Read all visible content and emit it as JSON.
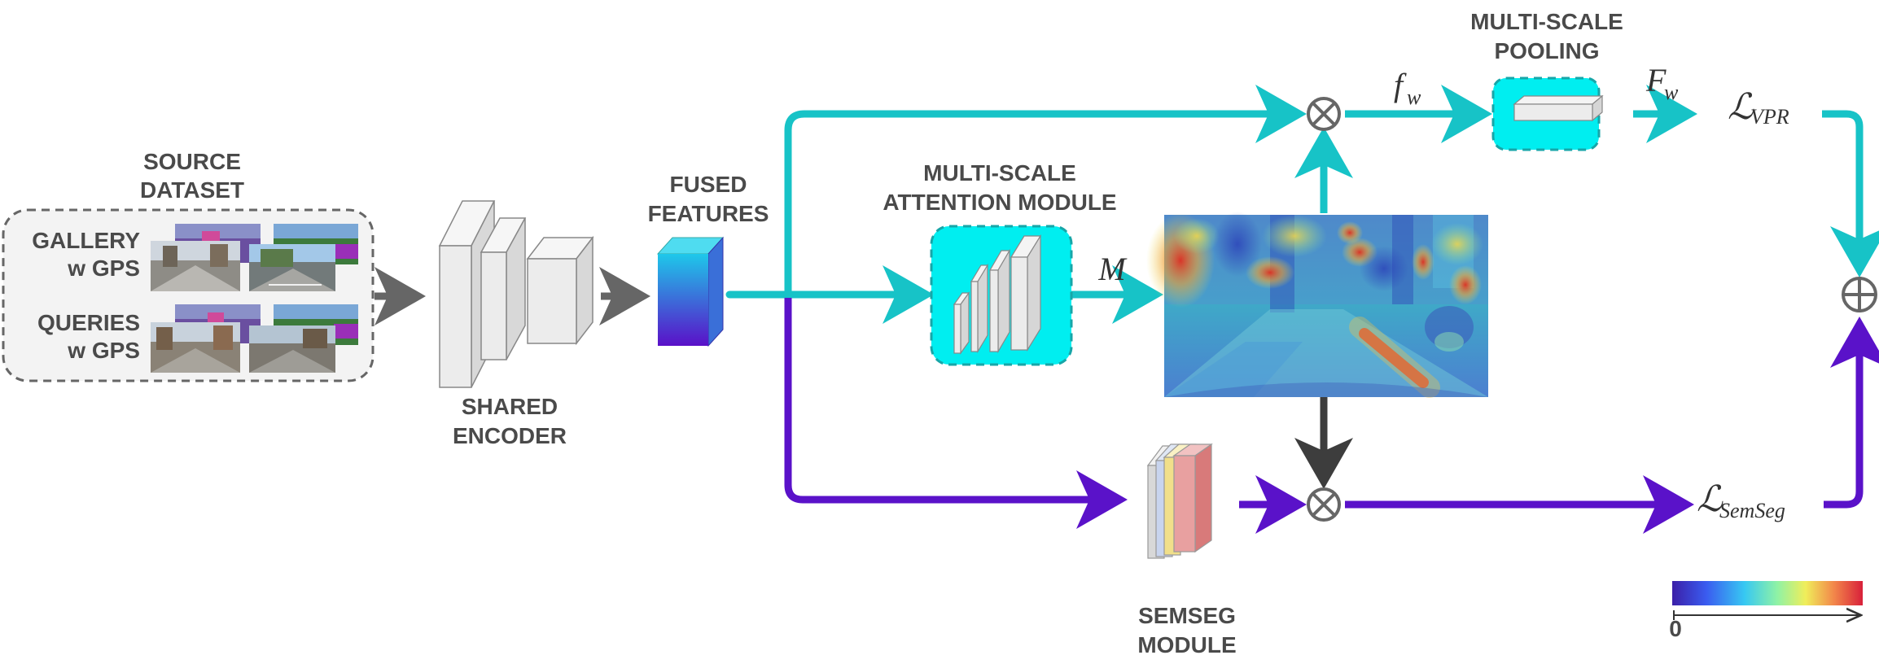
{
  "source_dataset": {
    "title_line1": "SOURCE",
    "title_line2": "DATASET",
    "gallery_line1": "GALLERY",
    "gallery_line2": "w GPS",
    "queries_line1": "QUERIES",
    "queries_line2": "w GPS"
  },
  "shared_encoder": {
    "line1": "SHARED",
    "line2": "ENCODER"
  },
  "fused_features": {
    "line1": "FUSED",
    "line2": "FEATURES"
  },
  "attention_module": {
    "line1": "MULTI-SCALE",
    "line2": "ATTENTION MODULE"
  },
  "pooling": {
    "line1": "MULTI-SCALE",
    "line2": "POOLING"
  },
  "semseg_module": {
    "line1": "SEMSEG",
    "line2": "MODULE"
  },
  "math": {
    "attention_map": "M",
    "fw_lower_base": "f",
    "fw_lower_sub": "w",
    "fw_upper_base": "F",
    "fw_upper_sub": "w",
    "loss_symbol": "ℒ",
    "loss_vpr_sub": "VPR",
    "loss_semseg_sub": "SemSeg",
    "multiply": "⊗",
    "add": "⊕"
  },
  "colorbar": {
    "zero_label": "0"
  },
  "colors": {
    "cyan": "#17c3c7",
    "purple": "#5a12c9",
    "gray_arrow": "#666666",
    "dark_arrow": "#3d3d3d",
    "module_fill": "#00eef0"
  }
}
